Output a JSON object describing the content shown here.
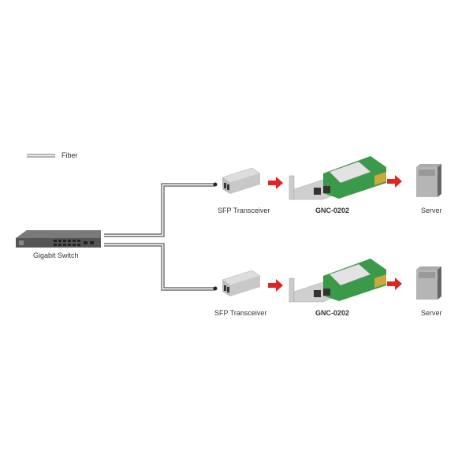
{
  "legend": {
    "fiber_label": "Fiber"
  },
  "switch": {
    "label": "Gigabit Switch"
  },
  "rows": [
    {
      "transceiver_label": "SFP Transceiver",
      "card_label": "GNC-0202",
      "server_label": "Server"
    },
    {
      "transceiver_label": "SFP Transceiver",
      "card_label": "GNC-0202",
      "server_label": "Server"
    }
  ],
  "colors": {
    "arrow": "#e32222",
    "cable": "#555555",
    "pcb": "#3a9a4a"
  }
}
